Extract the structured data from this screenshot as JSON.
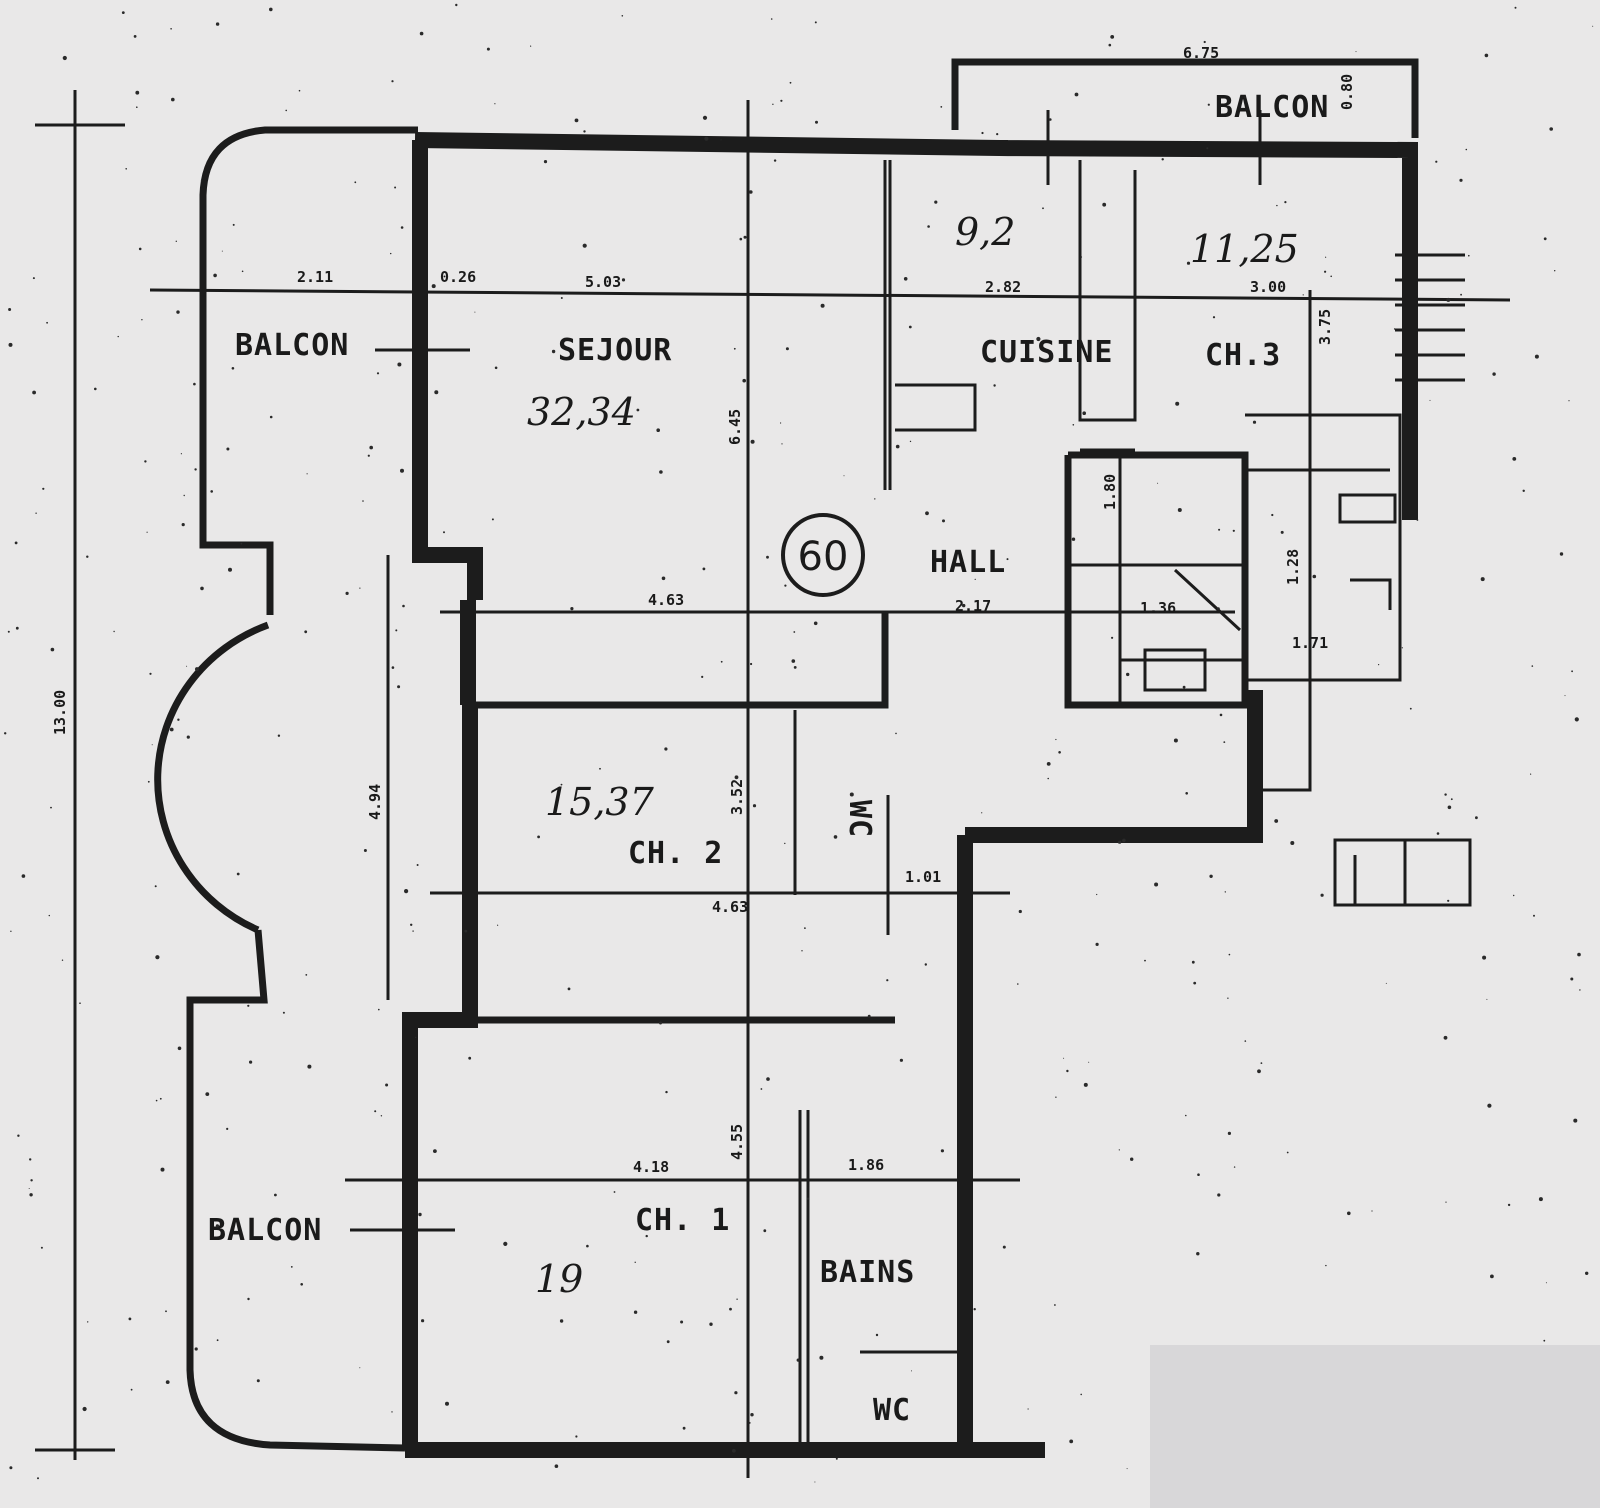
{
  "plan": {
    "rooms": {
      "balcon_top": "BALCON",
      "balcon_left": "BALCON",
      "balcon_bottom": "BALCON",
      "sejour": "SEJOUR",
      "cuisine": "CUISINE",
      "ch3": "CH.3",
      "hall": "HALL",
      "ch2": "CH. 2",
      "wc_small": "WC",
      "ch1": "CH. 1",
      "bains": "BAINS",
      "wc": "WC"
    },
    "handwritten": {
      "sejour_area": "32,34",
      "cuisine_area": "9,2",
      "ch3_area": "11,25",
      "ch2_area": "15,37",
      "ch1_area": "19"
    },
    "badge": "60",
    "dimensions": {
      "balcon_top_width": "6.75",
      "balcon_top_depth": "0.80",
      "balcon_left": "2.11",
      "wall": "0.26",
      "sejour_width": "5.03",
      "cuisine_width": "2.82",
      "ch3_width": "3.00",
      "ch3_depth": "3.75",
      "sejour_depth": "6.45",
      "hall_left": "4.63",
      "hall_right": "2.17",
      "stair_h": "1.80",
      "stair_w": "1.36",
      "right_depth": "1.28",
      "right_width": "1.71",
      "ch2_depth": "3.52",
      "ch2_width": "4.63",
      "wc_width": "1.01",
      "balcon_left_height": "4.94",
      "total_height": "13.00",
      "ch1_depth": "4.55",
      "ch1_width": "4.18",
      "bains_width": "1.86"
    }
  }
}
